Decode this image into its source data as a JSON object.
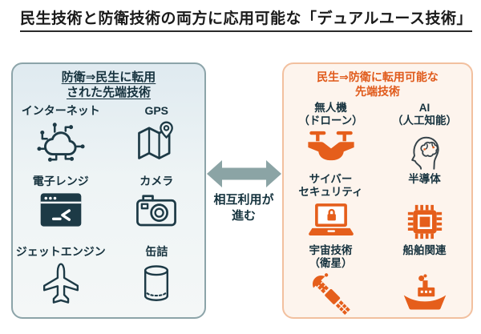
{
  "title": "民生技術と防衛技術の両方に応用可能な「デュアルユース技術」",
  "colors": {
    "dark_navy": "#1d3a46",
    "orange": "#e55e1b",
    "left_panel_border": "#8ca4a9",
    "left_panel_bg": "#e9f1f4",
    "right_panel_border": "#f2c09f",
    "right_panel_bg": "#fdf4ed",
    "arrow": "#8ba4a5"
  },
  "left_panel": {
    "header_line1": "防衛⇒民生に転用",
    "header_line2": "された先端技術",
    "items": [
      {
        "label": "インターネット",
        "icon": "network-cloud-icon"
      },
      {
        "label": "GPS",
        "icon": "folded-map-pin-icon"
      },
      {
        "label": "電子レンジ",
        "icon": "terminal-window-icon"
      },
      {
        "label": "カメラ",
        "icon": "camera-icon"
      },
      {
        "label": "ジェットエンジン",
        "icon": "airplane-icon"
      },
      {
        "label": "缶詰",
        "icon": "tin-can-icon"
      }
    ]
  },
  "center": {
    "arrow": "double-headed-arrow",
    "label_line1": "相互利用が",
    "label_line2": "進む"
  },
  "right_panel": {
    "header_line1": "民生⇒防衛に転用可能な",
    "header_line2": "先端技術",
    "items": [
      {
        "label_line1": "無人機",
        "label_line2": "（ドローン）",
        "icon": "drone-icon"
      },
      {
        "label_line1": "AI",
        "label_line2": "（人工知能）",
        "icon": "brain-head-icon"
      },
      {
        "label_line1": "サイバー",
        "label_line2": "セキュリティ",
        "icon": "laptop-lock-icon"
      },
      {
        "label_line1": "半導体",
        "label_line2": "",
        "icon": "microchip-icon"
      },
      {
        "label_line1": "宇宙技術",
        "label_line2": "（衛星）",
        "icon": "satellite-icon"
      },
      {
        "label_line1": "船舶関連",
        "label_line2": "",
        "icon": "ship-icon"
      }
    ]
  }
}
